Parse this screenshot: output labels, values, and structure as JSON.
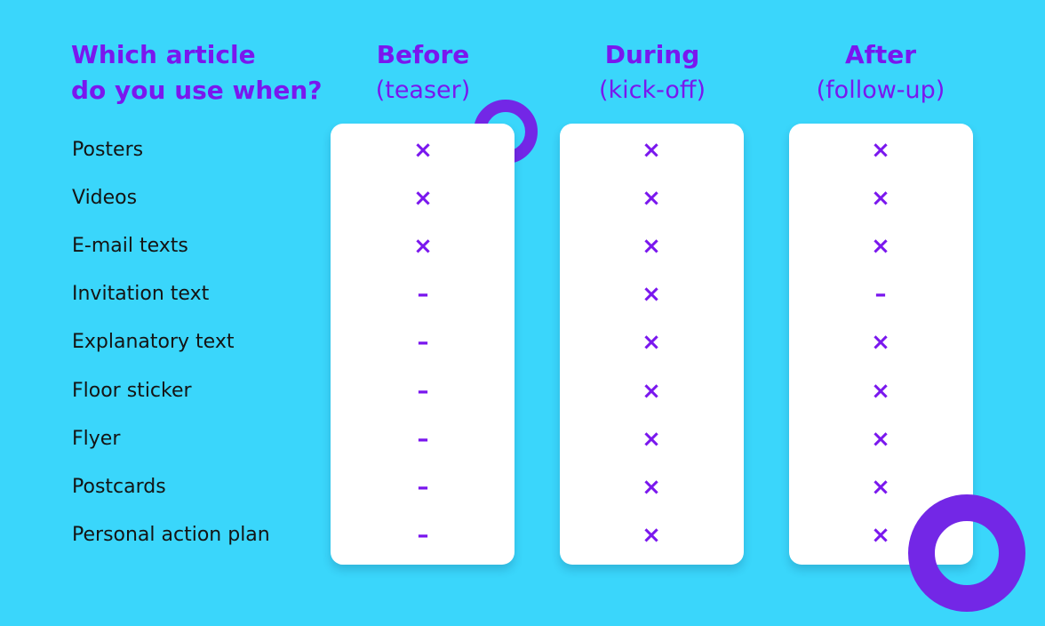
{
  "question": {
    "line1": "Which article",
    "line2": "do you use when?"
  },
  "columns": [
    {
      "title": "Before",
      "subtitle": "(teaser)"
    },
    {
      "title": "During",
      "subtitle": "(kick-off)"
    },
    {
      "title": "After",
      "subtitle": "(follow-up)"
    }
  ],
  "rows": [
    {
      "label": "Posters",
      "values": [
        "×",
        "×",
        "×"
      ]
    },
    {
      "label": "Videos",
      "values": [
        "×",
        "×",
        "×"
      ]
    },
    {
      "label": "E-mail texts",
      "values": [
        "×",
        "×",
        "×"
      ]
    },
    {
      "label": "Invitation text",
      "values": [
        "–",
        "×",
        "–"
      ]
    },
    {
      "label": "Explanatory text",
      "values": [
        "–",
        "×",
        "×"
      ]
    },
    {
      "label": "Floor sticker",
      "values": [
        "–",
        "×",
        "×"
      ]
    },
    {
      "label": "Flyer",
      "values": [
        "–",
        "×",
        "×"
      ]
    },
    {
      "label": "Postcards",
      "values": [
        "–",
        "×",
        "×"
      ]
    },
    {
      "label": "Personal action plan",
      "values": [
        "–",
        "×",
        "×"
      ]
    }
  ],
  "colors": {
    "background": "#3ad6fb",
    "accent": "#7a17ee",
    "ring": "#7327e6",
    "card": "#ffffff",
    "label_text": "#141414"
  },
  "icons": {
    "mark_yes": "cross-mark-icon",
    "mark_no": "dash-icon",
    "decoration": "ring-icon"
  }
}
